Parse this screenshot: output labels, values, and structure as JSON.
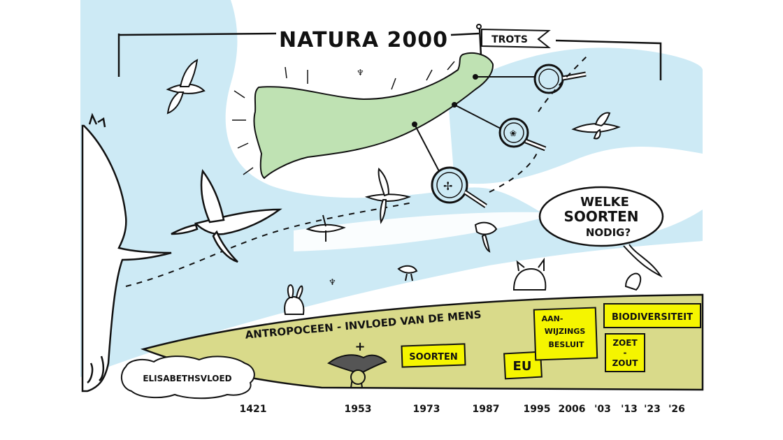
{
  "title": "NATURA 2000",
  "flag_label": "TROTS",
  "question": [
    "WELKE",
    "SOORTEN",
    "NODIG?"
  ],
  "band_label": "ANTROPOCEEN - INVLOED VAN DE MENS",
  "cloud_label": "ELISABETHSVLOED",
  "cross_mark": "+",
  "stickies": {
    "soorten": "SOORTEN",
    "eu": "EU",
    "aanwijzing": [
      "AAN-",
      "WIJZINGS",
      "BESLUIT"
    ],
    "biodiversiteit": "BIODIVERSITEIT",
    "zoet_zout": [
      "ZOET",
      "-",
      "ZOUT"
    ]
  },
  "timeline": [
    "1421",
    "1953",
    "1973",
    "1987",
    "1995",
    "2006",
    "'03",
    "'13",
    "'23",
    "'26"
  ],
  "colors": {
    "sea": "#cdeaf5",
    "island": "#bfe2b3",
    "band": "#d9da8a",
    "sticky": "#f5f500",
    "ink": "#111111"
  },
  "icons": [
    "bird-icon",
    "magnifier-icon",
    "rabbit-icon",
    "fox-icon",
    "crow-icon",
    "flag-icon"
  ]
}
